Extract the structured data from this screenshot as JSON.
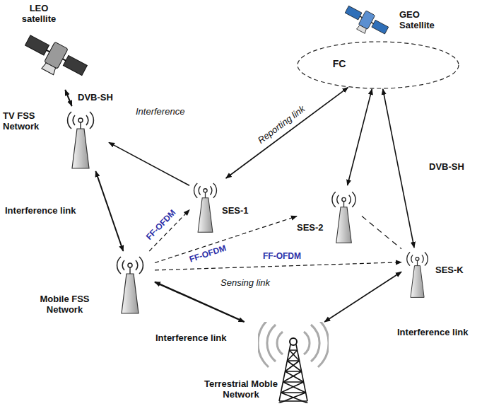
{
  "diagram": {
    "nodes": [
      {
        "text": [
          "LEO satellite"
        ]
      },
      {
        "text": [
          "GEO Satellite"
        ]
      },
      {
        "text": [
          "FC"
        ]
      },
      {
        "text": [
          "TV FSS Network"
        ]
      },
      {
        "text": [
          "SES-1"
        ]
      },
      {
        "text": [
          "SES-2"
        ]
      },
      {
        "text": [
          "SES-K"
        ]
      },
      {
        "text": [
          "Mobile FSS Network"
        ]
      },
      {
        "text": [
          "Terrestrial Moble Network"
        ]
      }
    ],
    "edges": [
      {
        "from": 0,
        "to": 3,
        "arrow": "both",
        "label": "DVB-SH"
      },
      {
        "from": 4,
        "to": 3,
        "arrow": "to",
        "label": "Interference"
      },
      {
        "from": 4,
        "to": 2,
        "arrow": "both",
        "label": "Reporting link"
      },
      {
        "from": 2,
        "to": 5,
        "arrow": "both"
      },
      {
        "from": 2,
        "to": 6,
        "arrow": "both",
        "label": "DVB-SH"
      },
      {
        "from": 7,
        "to": 3,
        "arrow": "both",
        "label": "Interference link"
      },
      {
        "from": 7,
        "to": 4,
        "arrow": "to",
        "label": "FF-OFDM"
      },
      {
        "from": 7,
        "to": 5,
        "arrow": "to",
        "label": "FF-OFDM"
      },
      {
        "from": 7,
        "to": 6,
        "arrow": "to",
        "label": "FF-OFDM"
      },
      {
        "from": 7,
        "to": 8,
        "arrow": "both",
        "label": "Interference link"
      },
      {
        "from": 6,
        "to": 8,
        "arrow": "both",
        "label": "Interference link"
      },
      {
        "from": 5,
        "to": 6,
        "arrow": "none"
      }
    ],
    "labels": [
      "Sensing link"
    ]
  }
}
